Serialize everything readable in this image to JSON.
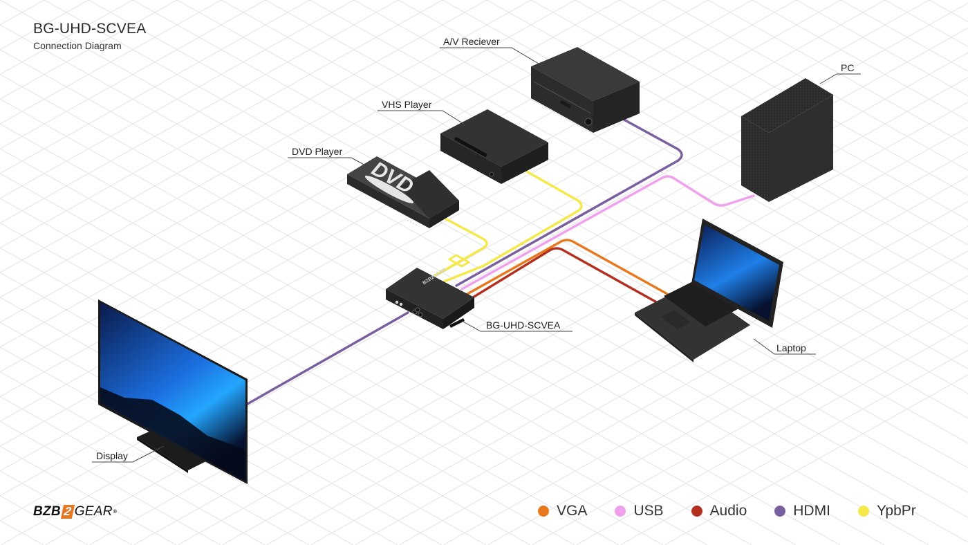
{
  "header": {
    "title": "BG-UHD-SCVEA",
    "subtitle": "Connection Diagram"
  },
  "devices": {
    "av_receiver": {
      "label": "A/V Reciever"
    },
    "vhs_player": {
      "label": "VHS Player"
    },
    "dvd_player": {
      "label": "DVD Player",
      "logo_text": "DVD"
    },
    "pc": {
      "label": "PC"
    },
    "converter": {
      "label": "BG-UHD-SCVEA"
    },
    "laptop": {
      "label": "Laptop"
    },
    "display": {
      "label": "Display"
    }
  },
  "connections": [
    {
      "from": "dvd_player",
      "to": "converter",
      "type": "YpbPr"
    },
    {
      "from": "vhs_player",
      "to": "converter",
      "type": "YpbPr"
    },
    {
      "from": "av_receiver",
      "to": "converter",
      "type": "HDMI"
    },
    {
      "from": "pc",
      "to": "converter",
      "type": "USB"
    },
    {
      "from": "laptop",
      "to": "converter",
      "type": "VGA"
    },
    {
      "from": "laptop",
      "to": "converter",
      "type": "Audio"
    },
    {
      "from": "converter",
      "to": "display",
      "type": "HDMI"
    }
  ],
  "legend": [
    {
      "label": "VGA",
      "color": "#e8781e"
    },
    {
      "label": "USB",
      "color": "#f0a0ec"
    },
    {
      "label": "Audio",
      "color": "#b32f1f"
    },
    {
      "label": "HDMI",
      "color": "#7a5fa0"
    },
    {
      "label": "YpbPr",
      "color": "#f5e84a"
    }
  ],
  "brand": {
    "logo_left": "BZB",
    "logo_mid": "2",
    "logo_right": "GEAR",
    "registered": "®"
  }
}
